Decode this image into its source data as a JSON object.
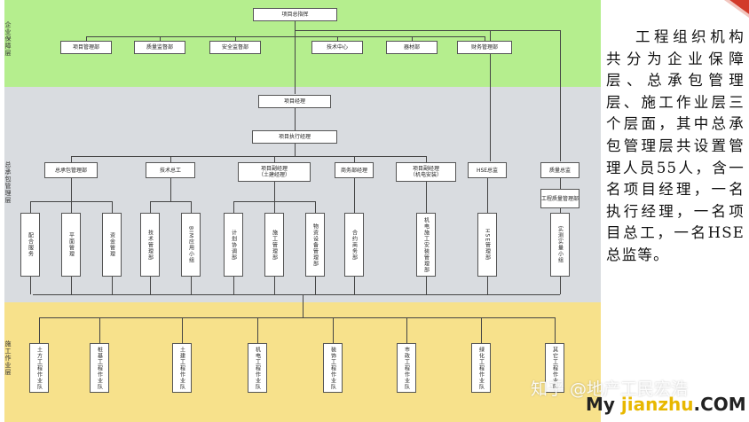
{
  "layers": [
    {
      "label": "企业保障层",
      "color": "#b5ee8e"
    },
    {
      "label": "总承包管理层",
      "color": "#d9dce0"
    },
    {
      "label": "施工作业层",
      "color": "#f7e18b"
    }
  ],
  "nodes": {
    "top": "项目总指挥",
    "enterprise": [
      "项目管理部",
      "质量监督部",
      "安全监督部",
      "技术中心",
      "器材部",
      "财务管理部"
    ],
    "pm": "项目经理",
    "exec_pm": "项目执行经理",
    "mgmt": [
      {
        "label": "总承包管理部",
        "subs": [
          "配合服务",
          "平面管理",
          "资金管理"
        ]
      },
      {
        "label": "技术总工",
        "subs": [
          "技术管理部",
          "BIM应用小组"
        ]
      },
      {
        "label": "项目副经理\n（土建经理）",
        "subs": [
          "计划协调部",
          "施工管理部",
          "物资设备管理部"
        ]
      },
      {
        "label": "商务部经理",
        "subs": [
          "合约商务部"
        ]
      },
      {
        "label": "项目副经理\n（机电安装）",
        "subs": [
          "机电施工安装管理部"
        ]
      },
      {
        "label": "HSE总监",
        "subs": [
          "HSE管理部"
        ]
      },
      {
        "label": "质量总监",
        "mid": "工程质量管理部",
        "subs": [
          "实测实量小组"
        ]
      }
    ],
    "teams": [
      "土方工程作业队",
      "桩基工程作业队",
      "土建工程作业队",
      "机电工程作业队",
      "装饰工程作业队",
      "市政工程作业队",
      "绿化工程作业队",
      "其它工程作业队"
    ]
  },
  "side_text": "工程组织机构共分为企业保障层、总承包管理层、施工作业层三个层面，其中总承包管理层共设置管理人员55人，含一名项目经理，一名执行经理，一名项目总工，一名HSE总监等。",
  "watermark": {
    "zhihu": "知乎 @地产工民宏浩",
    "brand_a": "My ",
    "brand_b": "jianzhu",
    "brand_c": ".COM"
  }
}
